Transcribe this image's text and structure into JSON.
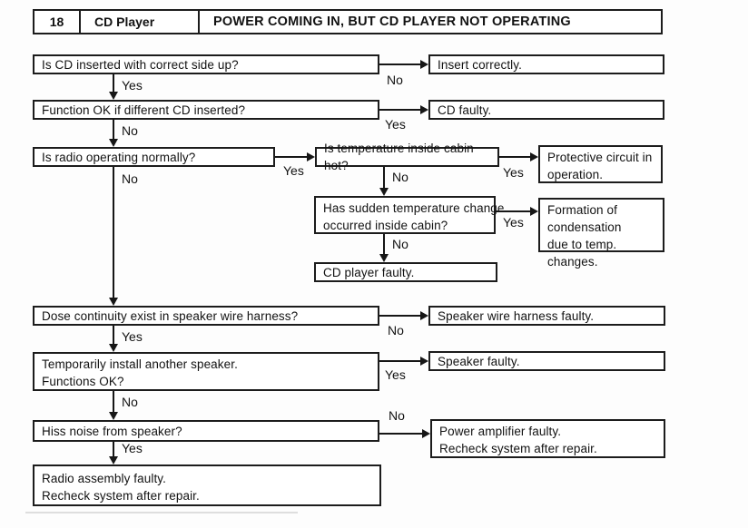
{
  "header": {
    "index": "18",
    "component": "CD Player",
    "title": "POWER COMING IN, BUT CD PLAYER NOT OPERATING"
  },
  "labels": {
    "yes": "Yes",
    "no": "No"
  },
  "flowchart": {
    "q_cd_inserted": "Is CD inserted with correct side up?",
    "r_insert_correctly": "Insert correctly.",
    "q_different_cd": "Function OK if different CD inserted?",
    "r_cd_faulty": "CD faulty.",
    "q_radio_normal": "Is radio operating normally?",
    "q_cabin_hot": "Is temperature inside cabin hot?",
    "r_protective_circuit": "Protective circuit in\noperation.",
    "q_sudden_temp_change": "Has sudden temperature change\noccurred inside cabin?",
    "r_condensation": "Formation of\ncondensation\ndue to temp. changes.",
    "r_cd_player_faulty": "CD player faulty.",
    "q_continuity": "Dose continuity exist in speaker wire harness?",
    "r_harness_faulty": "Speaker wire harness faulty.",
    "q_install_speaker": "Temporarily install another speaker.\nFunctions OK?",
    "r_speaker_faulty": "Speaker faulty.",
    "q_hiss_noise": "Hiss noise from speaker?",
    "r_power_amp": "Power amplifier faulty.\nRecheck system after repair.",
    "r_radio_assembly": "Radio assembly faulty.\nRecheck system after repair."
  }
}
